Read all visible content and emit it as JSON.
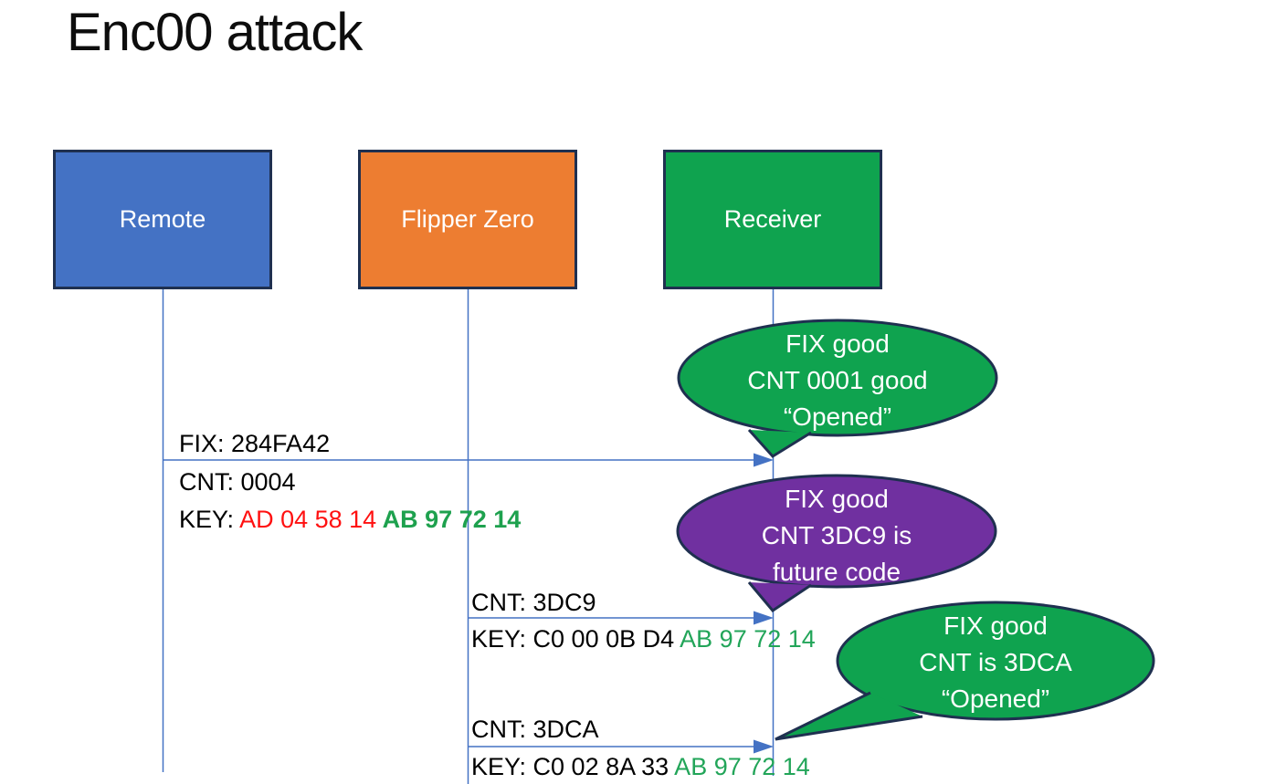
{
  "slide": {
    "title": "Enc00 attack"
  },
  "colors": {
    "remote_blue": "#4472C4",
    "flipper_orange": "#ED7D31",
    "receiver_green": "#0FA34F",
    "bubble_green": "#0FA34F",
    "bubble_purple": "#7030A0",
    "shape_border": "#1F3050",
    "arrow_blue": "#4472C4",
    "key_red": "#FF1111",
    "key_green": "#22A559"
  },
  "actors": [
    {
      "label": "Remote"
    },
    {
      "label": "Flipper Zero"
    },
    {
      "label": "Receiver"
    }
  ],
  "messages": [
    {
      "above": "FIX: 284FA42",
      "below1": "CNT: 0004",
      "key_prefix": "KEY: ",
      "key_red": "AD 04 58 14",
      "key_green": " AB 97 72 14"
    },
    {
      "above": "CNT: 3DC9",
      "key_prefix": "KEY: C0 00 0B D4",
      "key_green": " AB 97 72 14"
    },
    {
      "above": "CNT: 3DCA",
      "key_prefix": "KEY: C0 02 8A 33",
      "key_green": " AB 97 72 14"
    }
  ],
  "bubbles": [
    {
      "line1": "FIX good",
      "line2": "CNT 0001 good",
      "line3": "“Opened”"
    },
    {
      "line1": "FIX good",
      "line2": "CNT 3DC9 is",
      "line3": "future code"
    },
    {
      "line1": "FIX good",
      "line2": "CNT is 3DCA",
      "line3": "“Opened”"
    }
  ]
}
